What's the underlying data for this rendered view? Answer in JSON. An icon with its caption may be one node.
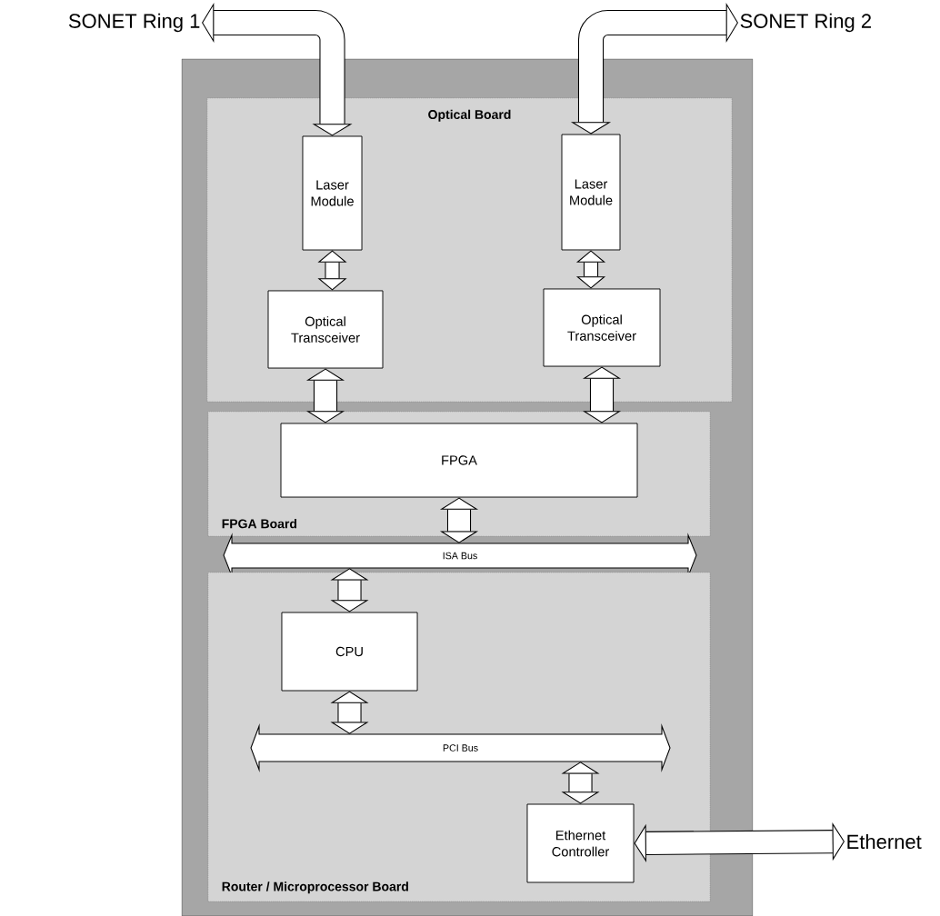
{
  "diagram": {
    "nodes": [
      {
        "text": [],
        "shape": "box"
      },
      {
        "text": [
          "Optical Board"
        ],
        "in": 0
      },
      {
        "text": [
          "Laser Module"
        ],
        "in": 1
      },
      {
        "text": [
          "Laser Module"
        ],
        "in": 1
      },
      {
        "text": [
          "Optical Transceiver"
        ],
        "in": 1
      },
      {
        "text": [
          "Optical Transceiver"
        ],
        "in": 1
      },
      {
        "text": [
          "FPGA Board"
        ],
        "in": 0
      },
      {
        "text": [
          "FPGA"
        ],
        "in": 6
      },
      {
        "text": [
          "ISA Bus"
        ],
        "in": 0
      },
      {
        "text": [
          "Router / Microprocessor Board"
        ],
        "in": 0
      },
      {
        "text": [
          "CPU"
        ],
        "in": 9
      },
      {
        "text": [
          "PCI Bus"
        ],
        "in": 9
      },
      {
        "text": [
          "Ethernet Controller"
        ],
        "in": 9
      },
      {
        "text": [
          "SONET Ring 1"
        ]
      },
      {
        "text": [
          "SONET Ring 2"
        ]
      },
      {
        "text": [
          "Ethernet"
        ]
      }
    ],
    "edges": [
      {
        "from": 13,
        "to": 2,
        "arrow": "both"
      },
      {
        "from": 14,
        "to": 3,
        "arrow": "both"
      },
      {
        "from": 2,
        "to": 4,
        "arrow": "both"
      },
      {
        "from": 3,
        "to": 5,
        "arrow": "both"
      },
      {
        "from": 4,
        "to": 7,
        "arrow": "both"
      },
      {
        "from": 5,
        "to": 7,
        "arrow": "both"
      },
      {
        "from": 7,
        "to": 8,
        "arrow": "both"
      },
      {
        "from": 8,
        "to": 10,
        "arrow": "both"
      },
      {
        "from": 10,
        "to": 11,
        "arrow": "both"
      },
      {
        "from": 11,
        "to": 12,
        "arrow": "both"
      },
      {
        "from": 12,
        "to": 15,
        "arrow": "both"
      }
    ]
  }
}
